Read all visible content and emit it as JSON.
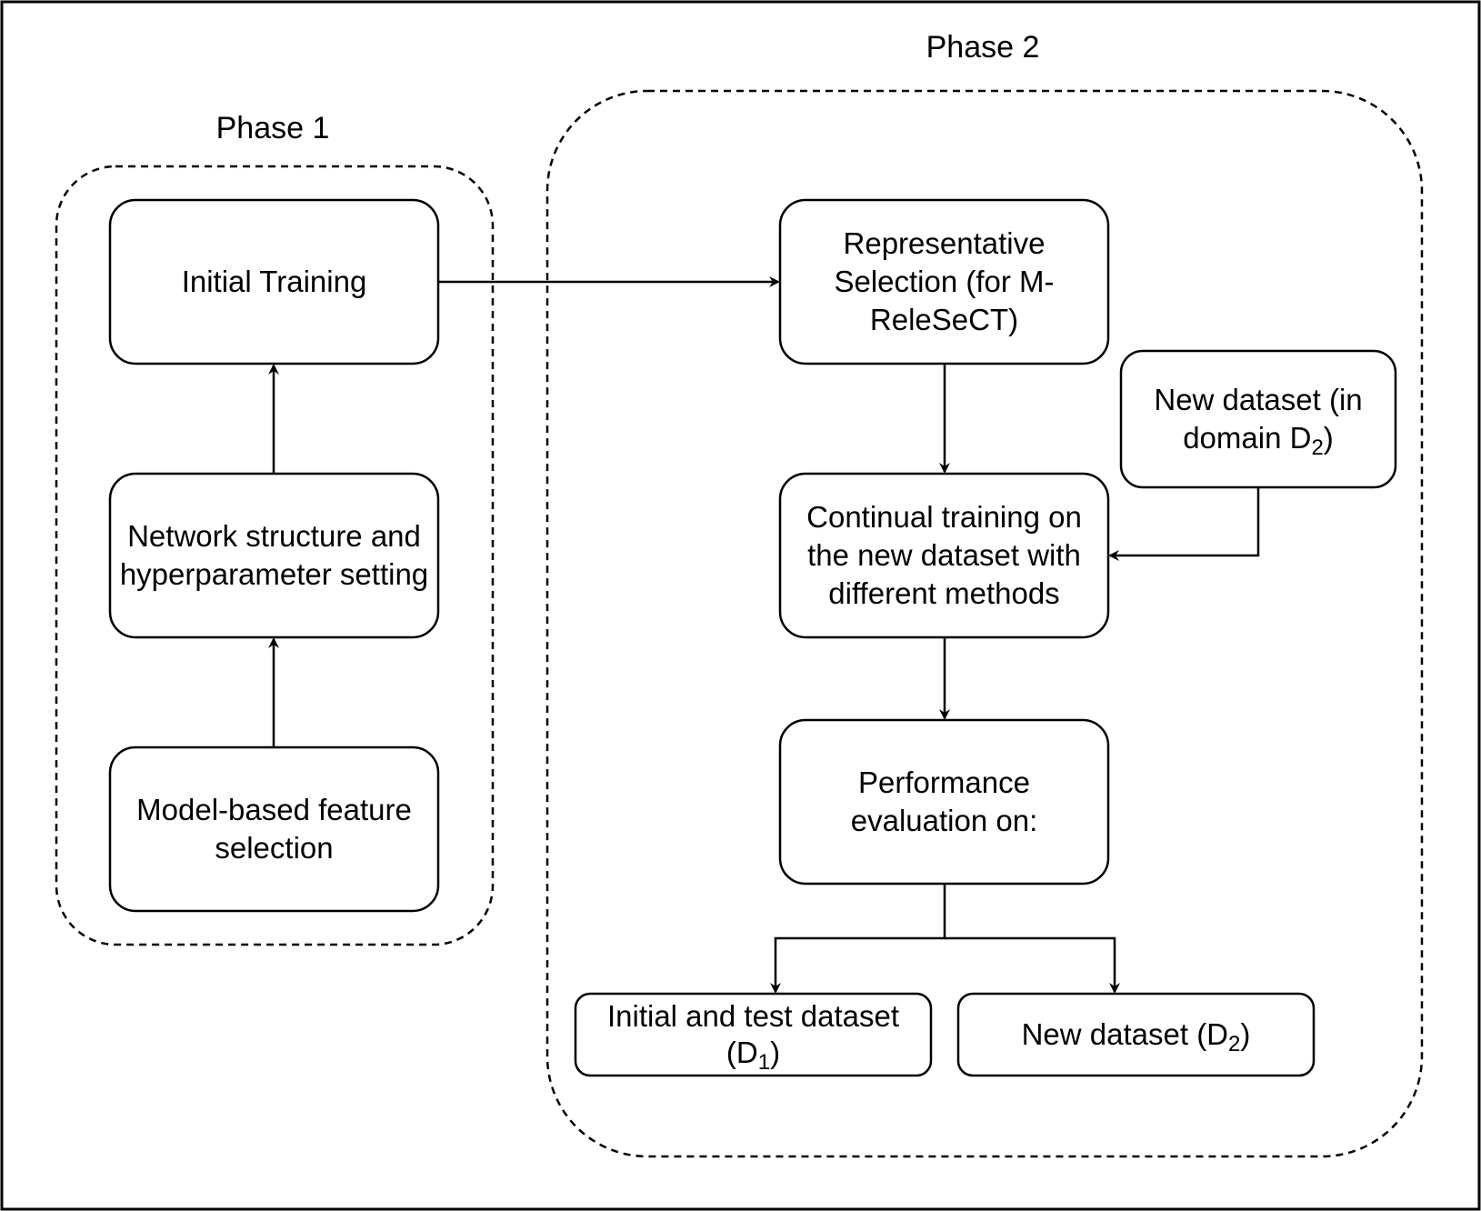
{
  "phases": {
    "phase1": "Phase 1",
    "phase2": "Phase 2"
  },
  "nodes": {
    "initial_training": "Initial Training",
    "network_structure": "Network structure and hyperparameter setting",
    "feature_selection": "Model-based feature selection",
    "representative_selection": "Representative Selection (for M-ReleSeCT)",
    "new_dataset_domain": {
      "text": "New dataset (in domain D",
      "sub": "2",
      "tail": ")"
    },
    "continual_training": "Continual training on the new dataset with different methods",
    "performance_evaluation": "Performance evaluation on:",
    "initial_test_dataset": {
      "text": "Initial and test dataset (D",
      "sub": "1",
      "tail": ")"
    },
    "new_dataset_d2": {
      "text": "New dataset (D",
      "sub": "2",
      "tail": ")"
    }
  },
  "colors": {
    "stroke": "#000000",
    "background": "#ffffff"
  }
}
